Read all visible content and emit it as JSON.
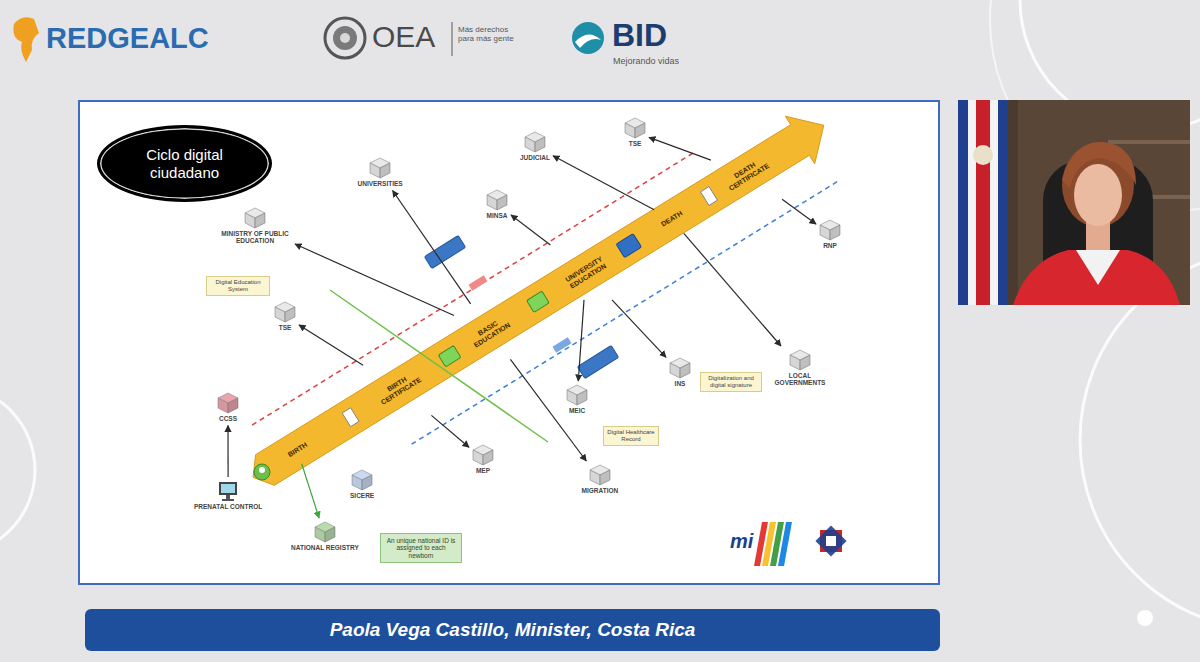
{
  "diagram": {
    "title": "Ciclo digital ciudadano",
    "caption": "Paola Vega Castillo, Minister, Costa Rica",
    "nodes": [
      {
        "text": [
          "BIRTH"
        ]
      },
      {
        "text": [
          "BIRTH CERTIFICATE"
        ]
      },
      {
        "text": [
          "BASIC EDUCATION"
        ]
      },
      {
        "text": [
          "UNIVERSITY EDUCATION"
        ]
      },
      {
        "text": [
          "DEATH"
        ]
      },
      {
        "text": [
          "DEATH CERTIFICATE"
        ]
      },
      {
        "text": [
          "MINISTRY OF PUBLIC EDUCATION"
        ]
      },
      {
        "text": [
          "TSE"
        ]
      },
      {
        "text": [
          "UNIVERSITIES"
        ]
      },
      {
        "text": [
          "JUDICIAL"
        ]
      },
      {
        "text": [
          "TSE"
        ]
      },
      {
        "text": [
          "MINSA"
        ]
      },
      {
        "text": [
          "RNP"
        ]
      },
      {
        "text": [
          "LOCAL GOVERNMENTS"
        ]
      },
      {
        "text": [
          "INS"
        ]
      },
      {
        "text": [
          "MEIC"
        ]
      },
      {
        "text": [
          "MEP"
        ]
      },
      {
        "text": [
          "MIGRATION"
        ]
      },
      {
        "text": [
          "SICERE"
        ]
      },
      {
        "text": [
          "NATIONAL REGISTRY"
        ]
      },
      {
        "text": [
          "CCSS"
        ]
      },
      {
        "text": [
          "PRENATAL CONTROL"
        ]
      }
    ],
    "edges": [
      {
        "from": 21,
        "to": 20,
        "arrow": "to"
      },
      {
        "from": 0,
        "to": 19,
        "arrow": "to"
      },
      {
        "from": 1,
        "to": 7,
        "arrow": "to"
      },
      {
        "from": 1,
        "to": 16,
        "arrow": "to"
      },
      {
        "from": 2,
        "to": 6,
        "arrow": "to"
      },
      {
        "from": 2,
        "to": 8,
        "arrow": "to"
      },
      {
        "from": 2,
        "to": 17,
        "arrow": "to"
      },
      {
        "from": 3,
        "to": 11,
        "arrow": "to"
      },
      {
        "from": 3,
        "to": 15,
        "arrow": "to"
      },
      {
        "from": 3,
        "to": 14,
        "arrow": "to"
      },
      {
        "from": 4,
        "to": 9,
        "arrow": "to"
      },
      {
        "from": 4,
        "to": 13,
        "arrow": "to"
      },
      {
        "from": 5,
        "to": 10,
        "arrow": "to"
      },
      {
        "from": 5,
        "to": 12,
        "arrow": "to"
      }
    ],
    "labels": [
      "REDGEALC",
      "OEA",
      "Más derechos para más gente",
      "BID",
      "Mejorando vidas",
      "Digital Education System",
      "Digital Healthcare Record",
      "Digitalization and digital signature",
      "An unique national ID is assigned to each newborn",
      "mi"
    ]
  }
}
